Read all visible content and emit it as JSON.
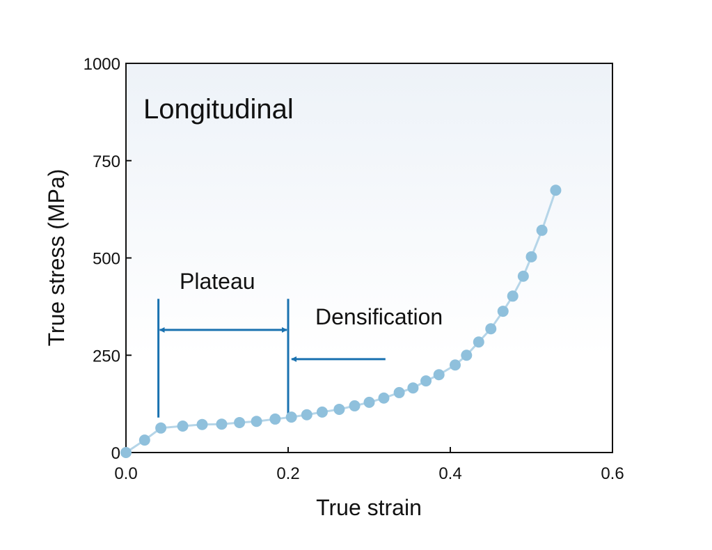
{
  "chart_data": {
    "type": "line",
    "title": "Longitudinal",
    "xlabel": "True strain",
    "ylabel": "True stress (MPa)",
    "xlim": [
      0,
      0.6
    ],
    "ylim": [
      0,
      1000
    ],
    "xticks": [
      0,
      0.2,
      0.4,
      0.6
    ],
    "xtick_labels": [
      "0.0",
      "0.2",
      "0.4",
      "0.6"
    ],
    "yticks": [
      0,
      250,
      500,
      750,
      1000
    ],
    "ytick_labels": [
      "0",
      "250",
      "500",
      "750",
      "1000"
    ],
    "grid": false,
    "series": [
      {
        "name": "Longitudinal",
        "color": "#8fc0dc",
        "x": [
          0,
          0.023,
          0.043,
          0.07,
          0.094,
          0.118,
          0.14,
          0.161,
          0.184,
          0.204,
          0.223,
          0.242,
          0.263,
          0.282,
          0.3,
          0.318,
          0.337,
          0.354,
          0.37,
          0.386,
          0.406,
          0.42,
          0.435,
          0.45,
          0.465,
          0.477,
          0.49,
          0.5,
          0.513,
          0.53
        ],
        "y": [
          0,
          32,
          63,
          68,
          72,
          73,
          77,
          80,
          86,
          91,
          97,
          104,
          111,
          120,
          129,
          140,
          154,
          166,
          184,
          200,
          225,
          250,
          284,
          318,
          363,
          402,
          453,
          503,
          571,
          674
        ]
      }
    ],
    "annotations": {
      "color": "#1a72b0",
      "plateau": {
        "label": "Plateau",
        "x_start": 0.04,
        "x_end": 0.2,
        "y": 315
      },
      "densification": {
        "label": "Densification",
        "arrow_from_x": 0.32,
        "arrow_to_x": 0.2,
        "y": 240
      },
      "vertical_lines": {
        "x": [
          0.04,
          0.2
        ],
        "y_range": [
          90,
          395
        ]
      }
    }
  }
}
